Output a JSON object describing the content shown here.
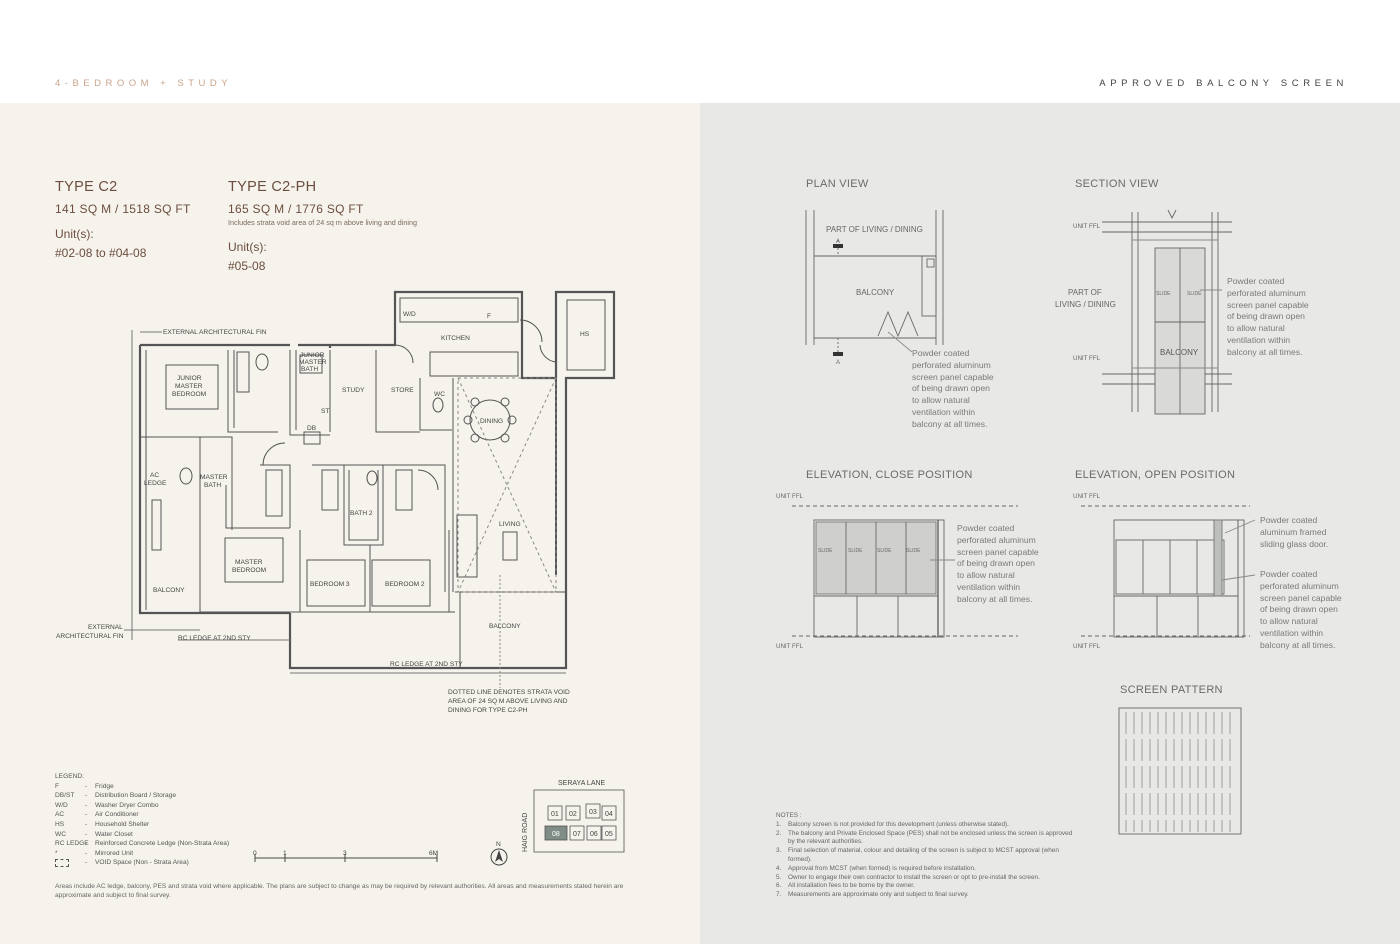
{
  "header": {
    "left": "4-BEDROOM + STUDY",
    "right": "APPROVED BALCONY SCREEN"
  },
  "type_c2": {
    "title": "TYPE C2",
    "area": "141 SQ M / 1518 SQ FT",
    "units_label": "Unit(s):",
    "units": "#02-08 to #04-08"
  },
  "type_c2ph": {
    "title": "TYPE C2-PH",
    "area": "165 SQ M / 1776 SQ FT",
    "note": "Includes strata void area of 24 sq m above living and dining",
    "units_label": "Unit(s):",
    "units": "#05-08"
  },
  "plan_labels": {
    "ext_fin_top": "EXTERNAL ARCHITECTURAL FIN",
    "ext_fin_left_1": "EXTERNAL",
    "ext_fin_left_2": "ARCHITECTURAL FIN",
    "wd": "W/D",
    "f": "F",
    "kitchen": "KITCHEN",
    "hs": "HS",
    "jmb_1": "JUNIOR",
    "jmb_2": "MASTER",
    "jmb_3": "BEDROOM",
    "jmbath_1": "JUNIOR",
    "jmbath_2": "MASTER",
    "jmbath_3": "BATH",
    "study": "STUDY",
    "store": "STORE",
    "wc": "WC",
    "dining": "DINING",
    "st": "ST",
    "db": "DB",
    "ac_1": "AC",
    "ac_2": "LEDGE",
    "mbath_1": "MASTER",
    "mbath_2": "BATH",
    "bath2": "BATH 2",
    "living": "LIVING",
    "mb_1": "MASTER",
    "mb_2": "BEDROOM",
    "bedroom3": "BEDROOM 3",
    "bedroom2": "BEDROOM 2",
    "balcony_left": "BALCONY",
    "balcony_right": "BALCONY",
    "rc_ledge_1": "RC LEDGE AT 2ND STY",
    "rc_ledge_2": "RC LEDGE AT 2ND STY",
    "dotted_1": "DOTTED LINE DENOTES STRATA VOID",
    "dotted_2": "AREA OF 24 SQ M ABOVE LIVING AND",
    "dotted_3": "DINING FOR TYPE C2-PH"
  },
  "legend": {
    "title": "LEGEND:",
    "items": [
      {
        "k": "F",
        "d": "Fridge"
      },
      {
        "k": "DB/ST",
        "d": "Distribution Board / Storage"
      },
      {
        "k": "W/D",
        "d": "Washer Dryer Combo"
      },
      {
        "k": "AC",
        "d": "Air Conditioner"
      },
      {
        "k": "HS",
        "d": "Household Shelter"
      },
      {
        "k": "WC",
        "d": "Water Closet"
      },
      {
        "k": "RC LEDGE",
        "d": "Reinforced Concrete Ledge (Non-Strata Area)"
      },
      {
        "k": "*",
        "d": "Mirrored Unit"
      },
      {
        "k": "",
        "d": "VOID Space (Non - Strata Area)"
      }
    ]
  },
  "scale": {
    "s0": "0",
    "s1": "1",
    "s3": "3",
    "s6": "6M"
  },
  "keyplan": {
    "road_top": "SERAYA LANE",
    "road_left": "HAIG ROAD",
    "north": "N",
    "u01": "01",
    "u02": "02",
    "u03": "03",
    "u04": "04",
    "u08": "08",
    "u07": "07",
    "u06": "06",
    "u05": "05"
  },
  "footnote": "Areas include AC ledge, balcony, PES and strata void where applicable. The plans are subject to change as may be required by relevant authorities. All areas and measurements stated herein are approximate and subject to final survey.",
  "right": {
    "plan_view": "PLAN VIEW",
    "section_view": "SECTION VIEW",
    "elev_close": "ELEVATION, CLOSE POSITION",
    "elev_open": "ELEVATION, OPEN POSITION",
    "screen_pattern": "SCREEN PATTERN",
    "part_of_living_dining": "PART OF LIVING / DINING",
    "part_of": "PART OF",
    "living_dining": "LIVING / DINING",
    "balcony": "BALCONY",
    "a": "A",
    "unit_ffl": "UNIT FFL",
    "slide": "SLIDE",
    "plan_text": [
      "Powder coated",
      "perforated aluminum",
      "screen panel capable",
      "of being drawn open",
      "to allow natural",
      "ventilation within",
      "balcony at all times."
    ],
    "glass_text": [
      "Powder coated",
      "aluminum framed",
      "sliding glass door."
    ]
  },
  "notes": {
    "title": "NOTES :",
    "items": [
      {
        "n": "1.",
        "t": "Balcony screen is not provided for this development (unless otherwise stated)."
      },
      {
        "n": "2.",
        "t": "The balcony and Private Enclosed Space (PES) shall not be enclosed unless the screen is approved by the relevant authorities."
      },
      {
        "n": "3.",
        "t": "Final selection of material, colour and detailing of the screen is subject to MCST approval (when formed)."
      },
      {
        "n": "4.",
        "t": "Approval from MCST (when formed) is required before installation."
      },
      {
        "n": "5.",
        "t": "Owner to engage their own contractor to install the screen or opt to pre-install the screen."
      },
      {
        "n": "6.",
        "t": "All installation fees to be borne by the owner."
      },
      {
        "n": "7.",
        "t": "Measurements are approximate only and subject to final survey."
      }
    ]
  },
  "colors": {
    "left_bg": "#f6f3ec",
    "right_bg": "#e8e8e6",
    "accent": "#c9a48c",
    "title_brown": "#6b4e3f"
  }
}
